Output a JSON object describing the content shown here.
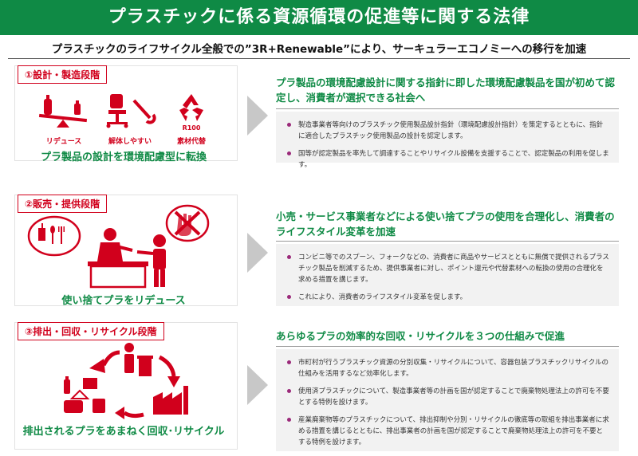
{
  "header": {
    "title": "プラスチックに係る資源循環の促進等に関する法律",
    "subtitle": "プラスチックのライフサイクル全般での”3R+Renewable”により、サーキュラーエコノミーへの移行を加速"
  },
  "stages": [
    {
      "label": "①設計・製造段階",
      "icons": [
        {
          "name": "reduce-icon",
          "caption": "リデュース"
        },
        {
          "name": "disassembly-icon",
          "caption": "解体しやすい"
        },
        {
          "name": "recycle-icon",
          "caption": "素材代替",
          "badge": "R100"
        }
      ],
      "caption": "プラ製品の設計を環境配慮型に転換",
      "heading": "プラ製品の環境配慮設計に関する指針に即した環境配慮製品を国が初めて認定し、消費者が選択できる社会へ",
      "bullets": [
        "製造事業者等向けのプラスチック使用製品設計指針（環境配慮設計指針）を策定するとともに、指針に適合したプラスチック使用製品の設計を認定します。",
        "国等が認定製品を率先して調達することやリサイクル設備を支援することで、認定製品の利用を促します。"
      ]
    },
    {
      "label": "②販売・提供段階",
      "caption": "使い捨てプラをリデュース",
      "heading": "小売・サービス事業者などによる使い捨てプラの使用を合理化し、消費者のライフスタイル変革を加速",
      "bullets": [
        "コンビニ等でのスプーン、フォークなどの、消費者に商品やサービスとともに無償で提供されるプラスチック製品を削減するため、提供事業者に対し、ポイント還元や代替素材への転換の使用の合理化を求める措置を講じます。",
        "これにより、消費者のライフスタイル変革を促します。"
      ]
    },
    {
      "label": "③排出・回収・リサイクル段階",
      "caption": "排出されるプラをあまねく回収･リサイクル",
      "heading": "あらゆるプラの効率的な回収・リサイクルを３つの仕組みで促進",
      "bullets": [
        "市町村が行うプラスチック資源の分別収集・リサイクルについて、容器包装プラスチックリサイクルの仕組みを活用するなど効率化します。",
        "使用済プラスチックについて、製造事業者等の計画を国が認定することで廃棄物処理法上の許可を不要とする特例を設けます。",
        "産業廃棄物等のプラスチックについて、排出抑制や分別・リサイクルの徹底等の取組を排出事業者に求める措置を講じるとともに、排出事業者の計画を国が認定することで廃棄物処理法上の許可を不要とする特例を設けます。"
      ]
    }
  ],
  "colors": {
    "brand_green": "#0f8a45",
    "accent_red": "#d1001c",
    "bullet_purple": "#9b2a7a"
  }
}
